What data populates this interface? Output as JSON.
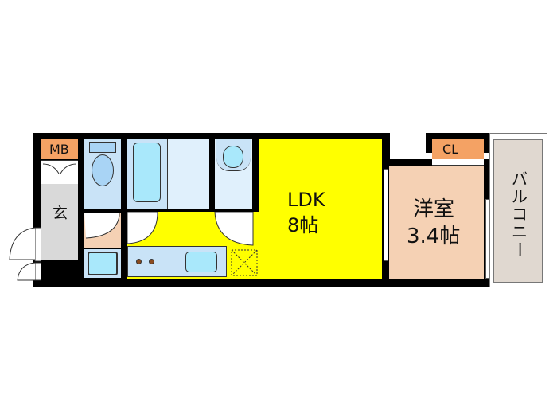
{
  "plan": {
    "rooms": {
      "mb": {
        "label": "MB",
        "color": "#f4a264"
      },
      "genkan": {
        "label": "玄",
        "color": "#d9d9d9"
      },
      "ldk": {
        "label": "LDK",
        "size": "8帖",
        "color": "#ffff00"
      },
      "western": {
        "label": "洋室",
        "size": "3.4帖",
        "color": "#f5d1b4"
      },
      "cl": {
        "label": "CL",
        "color": "#f4a264"
      },
      "balcony": {
        "label": "バルコニー",
        "chars": [
          "バ",
          "ル",
          "コ",
          "ニ",
          "ー"
        ],
        "color": "#e0d8d0"
      }
    },
    "fixtures": [
      "toilet",
      "bathtub",
      "washroom",
      "washing-machine",
      "sink",
      "stove",
      "refrigerator-space"
    ],
    "colors": {
      "wall": "#000000",
      "wet_area": "#c9e3f7",
      "fixture": "#a9e8fb",
      "hall": "#f5d1b4"
    }
  }
}
